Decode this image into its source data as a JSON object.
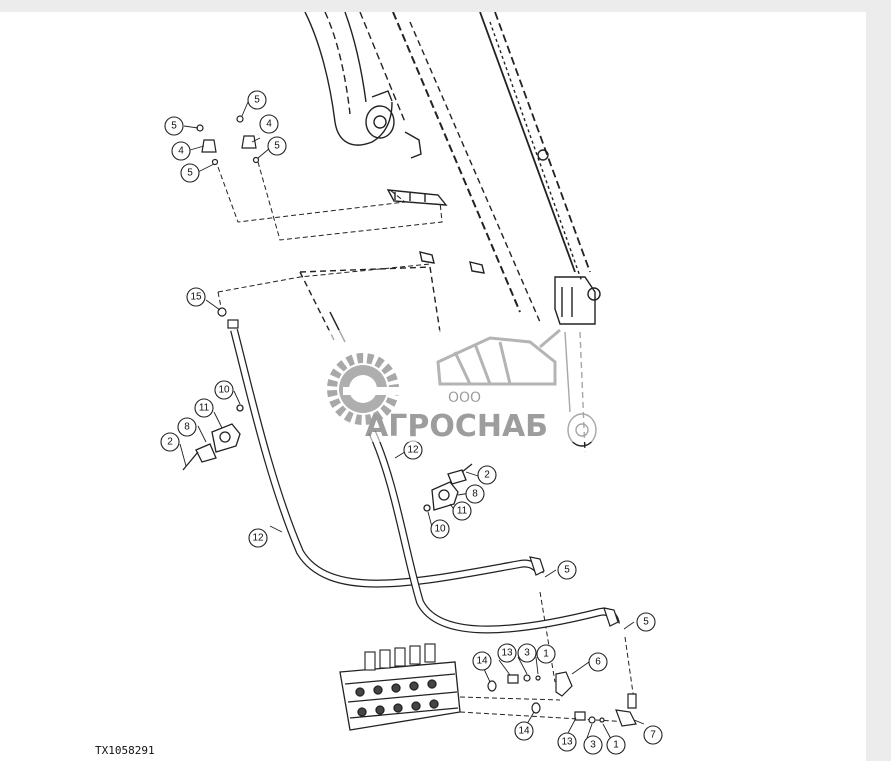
{
  "diagram": {
    "drawing_code": "TX1058291",
    "watermark": {
      "prefix": "ООО",
      "company": "АГРОСНАБ"
    },
    "callouts": [
      {
        "label": "5"
      },
      {
        "label": "5"
      },
      {
        "label": "4"
      },
      {
        "label": "4"
      },
      {
        "label": "5"
      },
      {
        "label": "5"
      },
      {
        "label": "15"
      },
      {
        "label": "10"
      },
      {
        "label": "11"
      },
      {
        "label": "8"
      },
      {
        "label": "2"
      },
      {
        "label": "12"
      },
      {
        "label": "12"
      },
      {
        "label": "2"
      },
      {
        "label": "8"
      },
      {
        "label": "11"
      },
      {
        "label": "10"
      },
      {
        "label": "5"
      },
      {
        "label": "5"
      },
      {
        "label": "14"
      },
      {
        "label": "13"
      },
      {
        "label": "3"
      },
      {
        "label": "1"
      },
      {
        "label": "6"
      },
      {
        "label": "14"
      },
      {
        "label": "13"
      },
      {
        "label": "3"
      },
      {
        "label": "1"
      },
      {
        "label": "7"
      }
    ]
  }
}
